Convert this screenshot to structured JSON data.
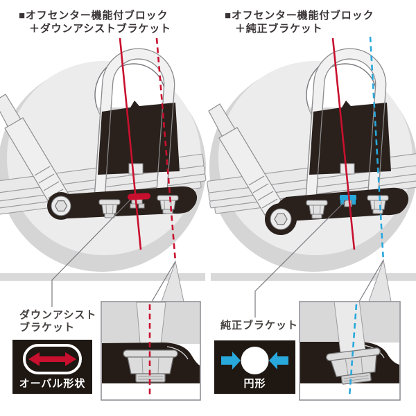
{
  "colors": {
    "accent_red": "#C8102E",
    "accent_blue": "#29A8DC",
    "artwork_dark": "#2A211C",
    "badge_background": "#1E1712"
  },
  "left_panel": {
    "title_line1": "■オフセンター機能付ブロック",
    "title_line2": "＋ダウンアシストブラケット",
    "callout": {
      "line1": "ダウンアシスト",
      "line2": "ブラケット"
    },
    "badge": {
      "label": "オーバル形状",
      "icon": "red-double-headed-arrow-in-oval"
    }
  },
  "right_panel": {
    "title_line1": "■オフセンター機能付ブロック",
    "title_line2": "＋純正ブラケット",
    "callout": {
      "line1": "純正ブラケット"
    },
    "badge": {
      "label": "円形",
      "icon": "blue-inward-arrows-on-circle"
    }
  }
}
